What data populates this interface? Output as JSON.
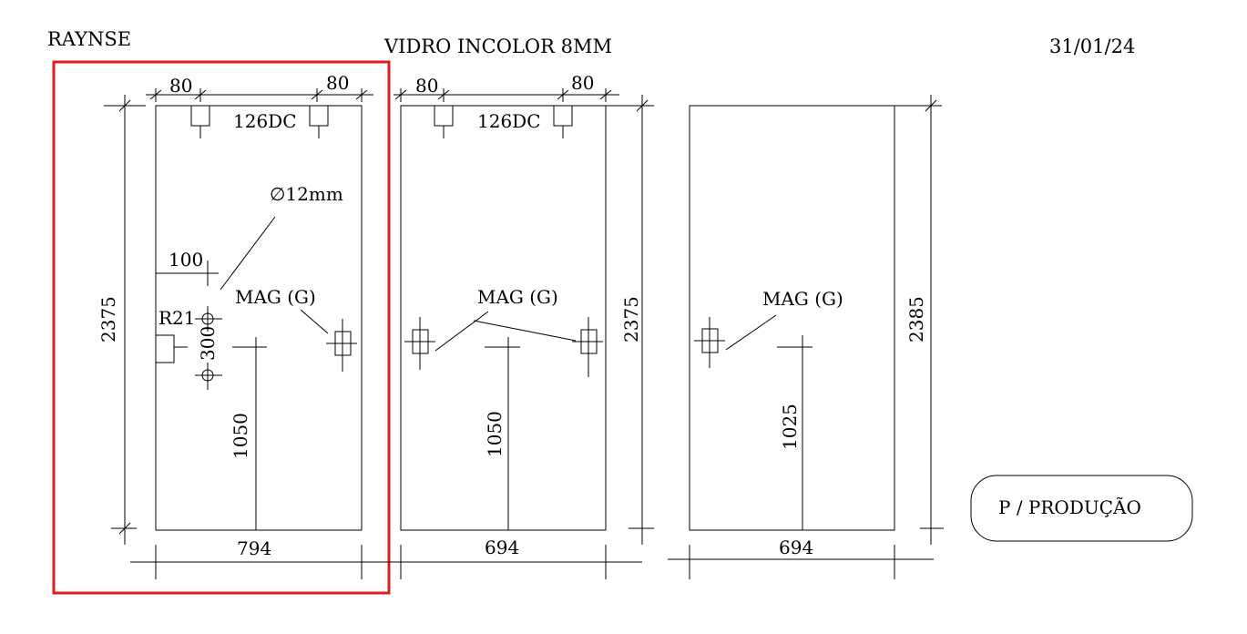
{
  "header": {
    "client": "RAYNSE",
    "material": "VIDRO INCOLOR 8MM",
    "date": "31/01/24"
  },
  "panels": [
    {
      "width_label": "794",
      "height_label": "2375",
      "top_left_offset": "80",
      "top_right_offset": "80",
      "hinge_label": "126DC",
      "hole_diameter_label": "∅12mm",
      "hole_edge_offset": "100",
      "radius_label": "R21",
      "hole_spacing": "300",
      "magnet_label": "MAG (G)",
      "handle_height": "1050",
      "highlighted": true,
      "highlight_color": "#e01b1b"
    },
    {
      "width_label": "694",
      "height_label": "2375",
      "top_left_offset": "80",
      "top_right_offset": "80",
      "hinge_label": "126DC",
      "magnet_label": "MAG (G)",
      "handle_height": "1050"
    },
    {
      "width_label": "694",
      "height_label": "2385",
      "magnet_label": "MAG (G)",
      "handle_height": "1025"
    }
  ],
  "stamp": {
    "label": "P / PRODUÇÃO"
  }
}
